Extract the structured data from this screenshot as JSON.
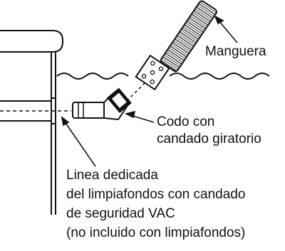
{
  "labels": {
    "hose": "Manguera",
    "elbow_line1": "Codo con",
    "elbow_line2": "candado giratorio",
    "vac_line_1": "Linea dedicada",
    "vac_line_2": "del limpiafondos con candado",
    "vac_line_3": "de seguridad VAC",
    "vac_line_4": "(no incluido con limpiafondos)"
  },
  "colors": {
    "ink": "#111111",
    "background": "#ffffff"
  },
  "icons": {
    "hose": "corrugated-hose",
    "elbow": "swivel-lock-elbow",
    "pipe": "dedicated-vac-line",
    "pool": "pool-wall"
  }
}
